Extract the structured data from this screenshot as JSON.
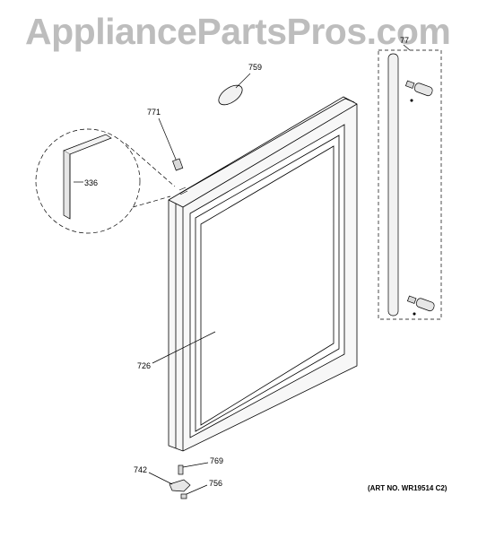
{
  "watermark": "AppliancePartsPros.com",
  "art_number": "(ART NO. WR19514 C2)",
  "callouts": {
    "p336": "336",
    "p726": "726",
    "p742": "742",
    "p756": "756",
    "p759": "759",
    "p769": "769",
    "p771": "771",
    "p77": "77"
  },
  "colors": {
    "line": "#000000",
    "fill_light": "#f2f2f2",
    "fill_shade": "#d9d9d9",
    "watermark": "#bdbdbd"
  }
}
